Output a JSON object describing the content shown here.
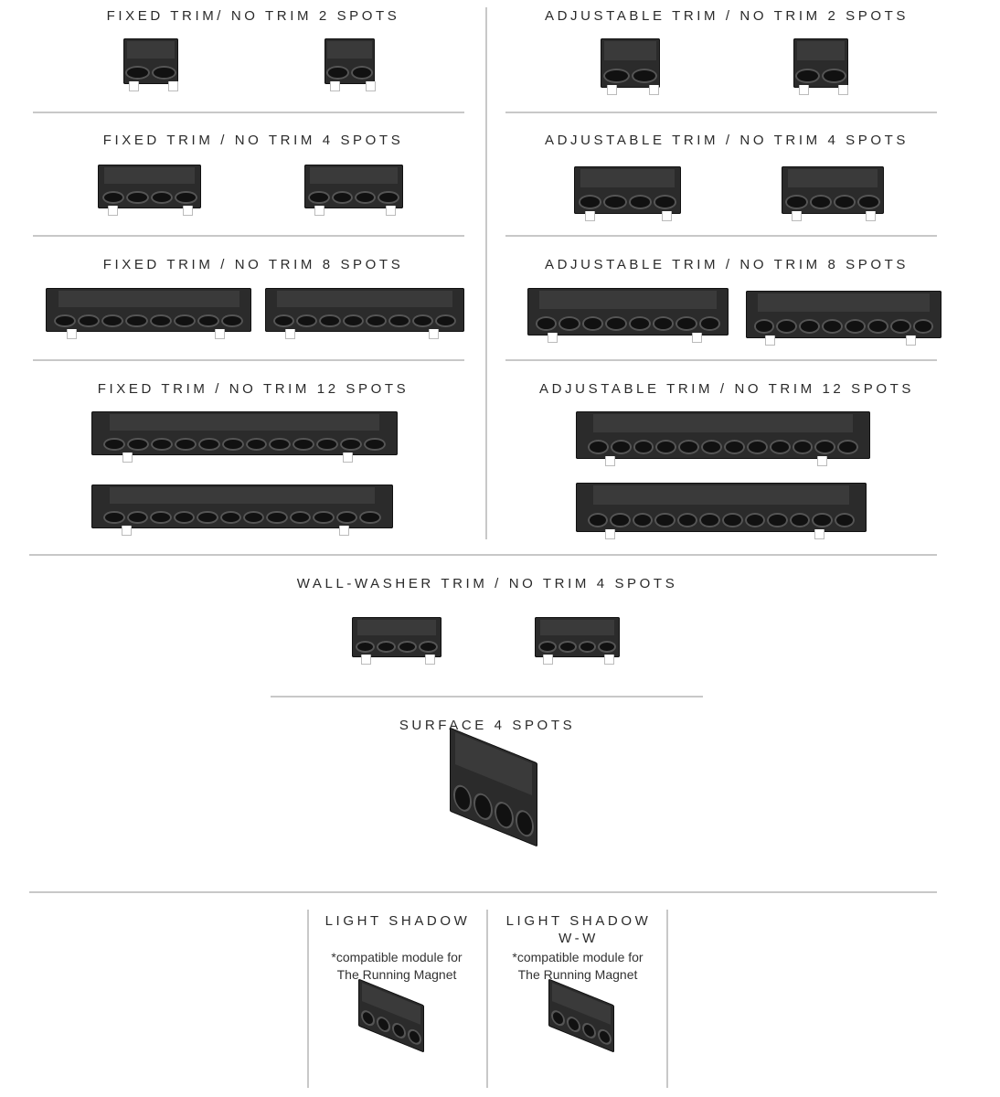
{
  "sections": {
    "fixed_2": {
      "title": "FIXED TRIM/ NO TRIM 2 SPOTS",
      "spots": 2
    },
    "adjustable_2": {
      "title": "ADJUSTABLE TRIM / NO TRIM 2 SPOTS",
      "spots": 2
    },
    "fixed_4": {
      "title": "FIXED TRIM / NO TRIM 4 SPOTS",
      "spots": 4
    },
    "adjustable_4": {
      "title": "ADJUSTABLE TRIM / NO TRIM 4 SPOTS",
      "spots": 4
    },
    "fixed_8": {
      "title": "FIXED TRIM / NO TRIM 8 SPOTS",
      "spots": 8
    },
    "adjustable_8": {
      "title": "ADJUSTABLE TRIM / NO TRIM 8 SPOTS",
      "spots": 8
    },
    "fixed_12": {
      "title": "FIXED TRIM / NO TRIM 12 SPOTS",
      "spots": 12
    },
    "adjustable_12": {
      "title": "ADJUSTABLE TRIM / NO TRIM 12 SPOTS",
      "spots": 12
    },
    "wallwasher_4": {
      "title": "WALL-WASHER TRIM / NO TRIM 4 SPOTS",
      "spots": 4
    },
    "surface_4": {
      "title": "SURFACE 4 SPOTS",
      "spots": 4
    },
    "light_shadow": {
      "title": "LIGHT SHADOW",
      "note_line1": "*compatible module for",
      "note_line2": "The Running Magnet",
      "spots": 4
    },
    "light_shadow_ww": {
      "title": "LIGHT SHADOW",
      "subtitle": "W-W",
      "note_line1": "*compatible module for",
      "note_line2": "The Running Magnet",
      "spots": 4
    }
  },
  "colors": {
    "product": "#2b2b2b",
    "divider": "#c8c8c8",
    "text": "#2a2a2a"
  }
}
